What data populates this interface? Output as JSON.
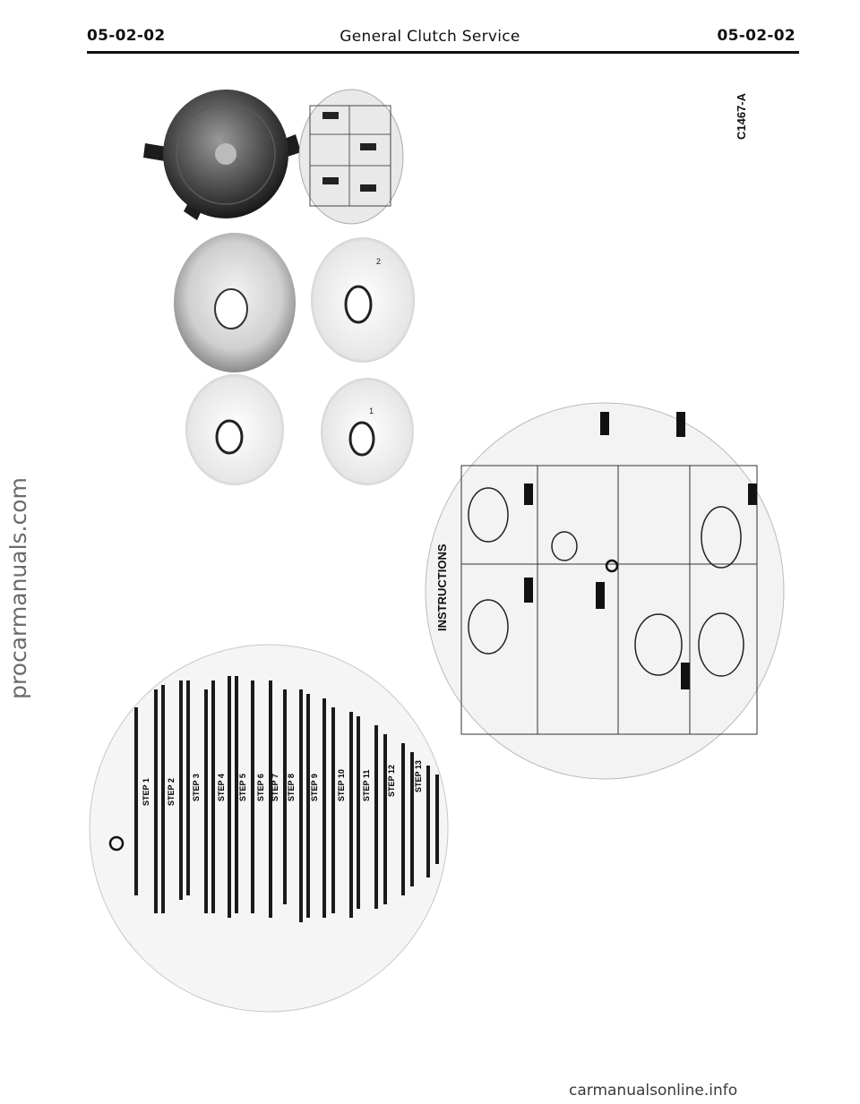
{
  "header": {
    "section_left": "05-02-02",
    "title": "General Clutch Service",
    "section_right": "05-02-02"
  },
  "figure": {
    "reference": "C1467-A",
    "instructions_title": "INSTRUCTIONS",
    "instruction_steps": [
      "STEP 1",
      "STEP 2",
      "STEP 3",
      "STEP 4",
      "STEP 5",
      "STEP 6",
      "STEP 7",
      "STEP 8",
      "STEP 9",
      "STEP 10",
      "STEP 11",
      "STEP 12",
      "STEP 13"
    ]
  },
  "watermarks": {
    "side": "procarmanuals.com",
    "bottom": "carmanualsonline.info"
  }
}
